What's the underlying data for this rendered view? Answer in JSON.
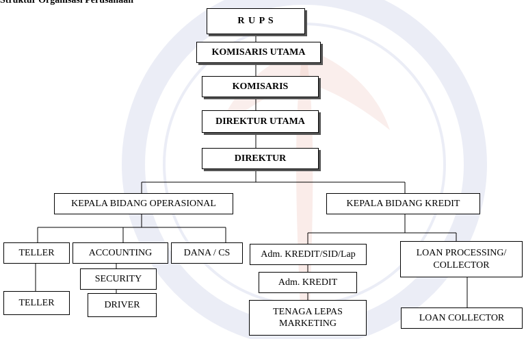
{
  "title": "Struktur Organisasi Perusahaan",
  "colors": {
    "line": "#000000",
    "shadow": "#555555",
    "watermark_blue": "#c5cbe6",
    "watermark_red": "#f0c8c0"
  },
  "nodes": {
    "rups": {
      "label": "R U P S"
    },
    "komisaris_utama": {
      "label": "KOMISARIS UTAMA"
    },
    "komisaris": {
      "label": "KOMISARIS"
    },
    "direktur_utama": {
      "label": "DIREKTUR UTAMA"
    },
    "direktur": {
      "label": "DIREKTUR"
    },
    "kabid_operasional": {
      "label": "KEPALA BIDANG OPERASIONAL"
    },
    "kabid_kredit": {
      "label": "KEPALA BIDANG KREDIT"
    },
    "teller_1": {
      "label": "TELLER"
    },
    "accounting": {
      "label": "ACCOUNTING"
    },
    "dana_cs": {
      "label": "DANA / CS"
    },
    "security": {
      "label": "SECURITY"
    },
    "driver": {
      "label": "DRIVER"
    },
    "teller_2": {
      "label": "TELLER"
    },
    "adm_kredit_sid": {
      "label": "Adm. KREDIT/SID/Lap"
    },
    "adm_kredit": {
      "label": "Adm. KREDIT"
    },
    "tenaga_lepas": {
      "line1": "TENAGA LEPAS",
      "line2": "MARKETING"
    },
    "loan_processing": {
      "line1": "LOAN PROCESSING/",
      "line2": "COLLECTOR"
    },
    "loan_collector": {
      "label": "LOAN COLLECTOR"
    }
  }
}
